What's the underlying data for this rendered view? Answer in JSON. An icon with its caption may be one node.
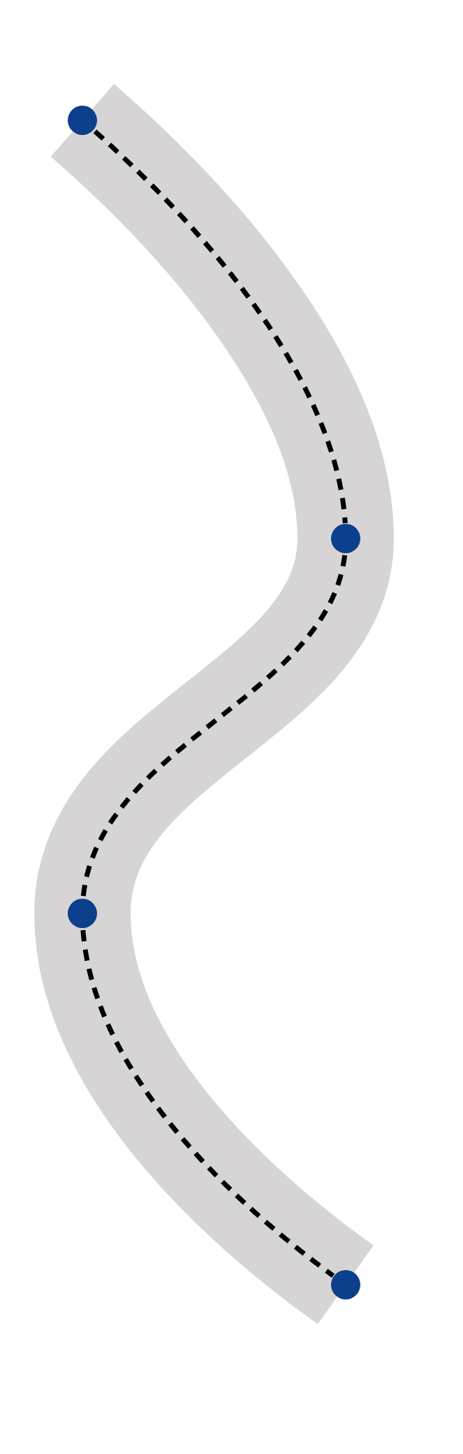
{
  "diagram": {
    "nodes": [
      {
        "text": [],
        "shape": "circle"
      },
      {
        "text": [],
        "shape": "circle"
      },
      {
        "text": [],
        "shape": "circle"
      },
      {
        "text": [],
        "shape": "circle"
      }
    ],
    "edges": [
      {
        "from": 0,
        "to": 1,
        "arrow": "none",
        "style": "dashed"
      },
      {
        "from": 1,
        "to": 2,
        "arrow": "none",
        "style": "dashed"
      },
      {
        "from": 2,
        "to": 3,
        "arrow": "none",
        "style": "dashed"
      }
    ]
  }
}
